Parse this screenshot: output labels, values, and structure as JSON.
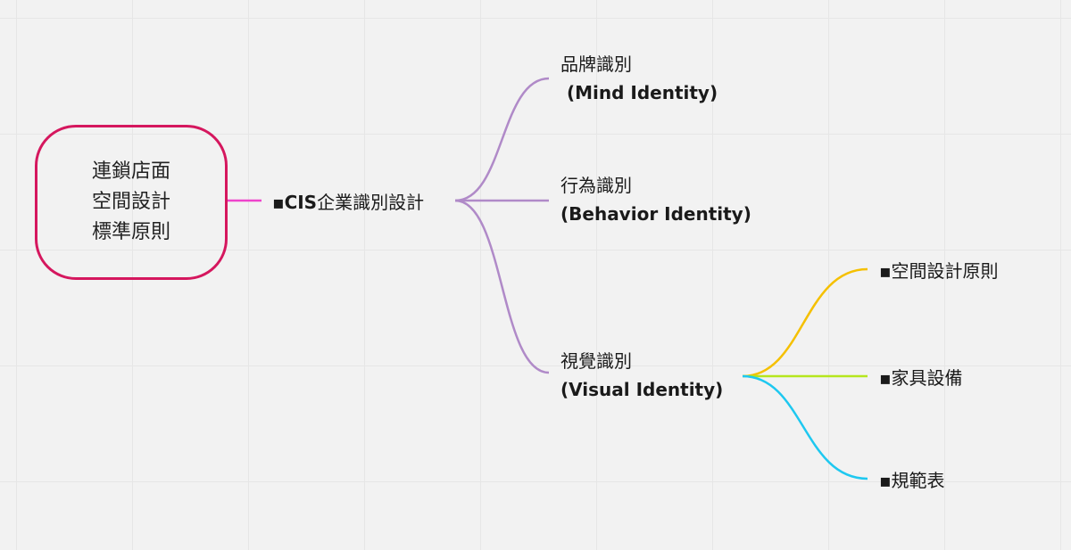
{
  "root": {
    "lines": [
      "連鎖店面",
      "空間設計",
      "標準原則"
    ],
    "border_color": "#d5175e"
  },
  "level1": {
    "bullet": "▪",
    "prefix": "CIS",
    "text": "企業識別設計",
    "connector_color": "#ee44cc"
  },
  "level2": {
    "connector_color": "#b08ac8",
    "items": [
      {
        "zh": "品牌識別",
        "en": " (Mind Identity)"
      },
      {
        "zh": "行為識別",
        "en": "(Behavior Identity)"
      },
      {
        "zh": "視覺識別",
        "en": "(Visual Identity)"
      }
    ]
  },
  "level3": {
    "items": [
      {
        "label": "▪空間設計原則",
        "color": "#f5c000"
      },
      {
        "label": "▪家具設備",
        "color": "#b5e61d"
      },
      {
        "label": "▪規範表",
        "color": "#1ec8f0"
      }
    ]
  }
}
